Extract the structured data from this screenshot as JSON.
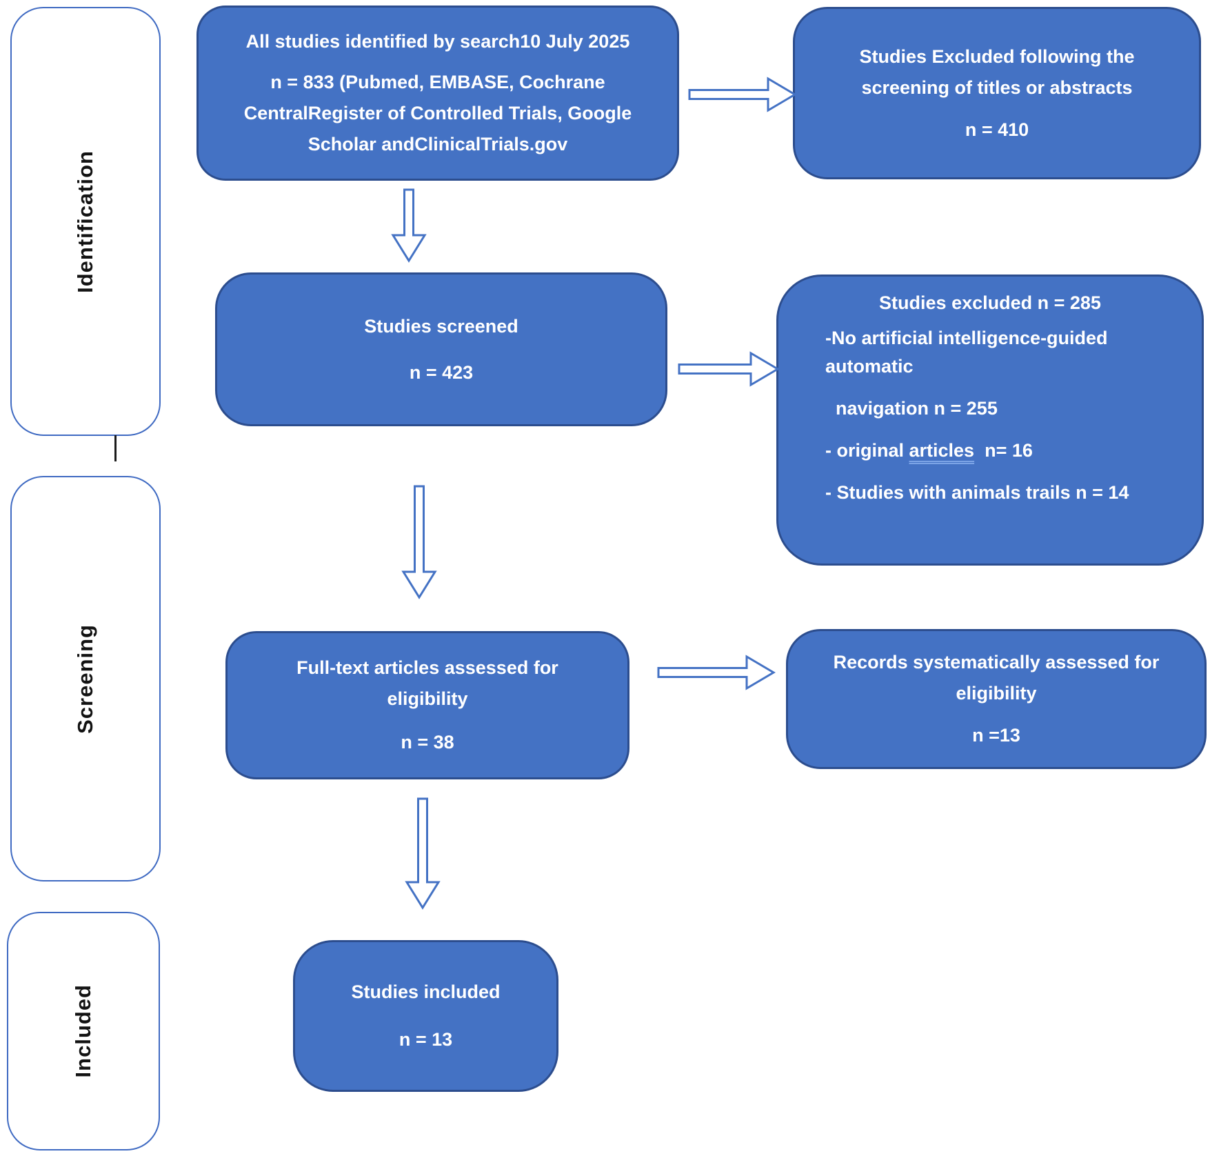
{
  "colors": {
    "box_fill": "#4472c4",
    "box_border": "#2c4d8e",
    "arrow_stroke": "#4472c4",
    "stage_border": "#3f6ac2",
    "box_text": "#ffffff",
    "stage_text": "#121212"
  },
  "sidebar": {
    "stages": [
      {
        "label": "Identification"
      },
      {
        "label": "Screening"
      },
      {
        "label": "Included"
      }
    ]
  },
  "flow": {
    "identified": {
      "title": "All studies identified by search10 July 2025",
      "body_lines": [
        "n = 833 (Pubmed, EMBASE, Cochrane",
        "CentralRegister of Controlled Trials, Google",
        "Scholar andClinicalTrials.gov"
      ]
    },
    "screened": {
      "title": "Studies screened",
      "count": "n = 423"
    },
    "fulltext": {
      "title_lines": [
        "Full-text articles assessed for",
        "eligibility"
      ],
      "count": "n = 38"
    },
    "included": {
      "title": "Studies included",
      "count": "n = 13"
    }
  },
  "exclusions": {
    "title_abstract": {
      "title_lines": [
        "Studies Excluded following the",
        "screening of titles or abstracts"
      ],
      "count": "n = 410"
    },
    "screening": {
      "title": "Studies excluded n = 285",
      "reason1_lines": [
        "-No artificial intelligence-guided",
        "automatic"
      ],
      "reason1_detail": "  navigation n = 255",
      "reason2_prefix": "- original ",
      "reason2_underlined": "articles",
      "reason2_suffix": "  n= 16",
      "reason3": "- Studies with animals trails n = 14"
    },
    "records": {
      "title_lines": [
        "Records systematically assessed for",
        "eligibility"
      ],
      "count": "n =13"
    }
  }
}
